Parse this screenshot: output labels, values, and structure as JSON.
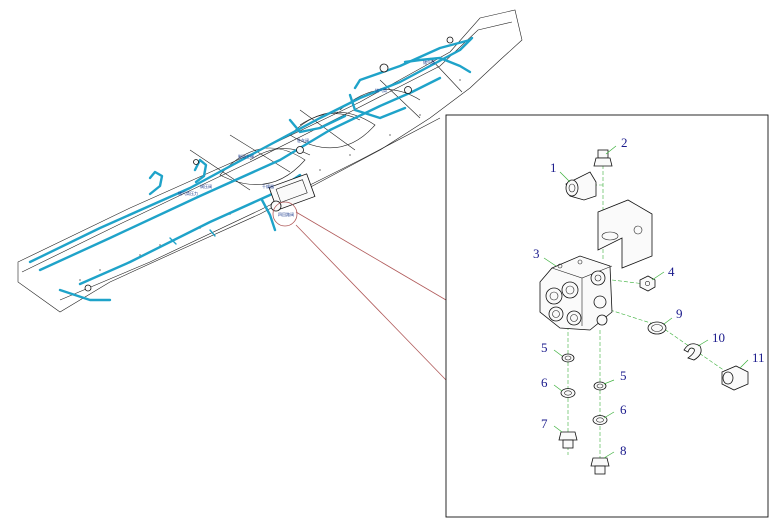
{
  "overview": {
    "labels": [
      "储气筒",
      "储气筒",
      "驻车阀",
      "四回路阀",
      "干燥器",
      "调压阀",
      "制动主阀",
      "储气筒压力"
    ]
  },
  "detail": {
    "callouts": [
      "1",
      "2",
      "3",
      "4",
      "5",
      "5",
      "6",
      "6",
      "7",
      "8",
      "9",
      "10",
      "11"
    ]
  },
  "colors": {
    "pipe": "#1fa3c9",
    "leader": "#3ab03a",
    "zoom": "#b05a5a",
    "callout": "#1a1a8c"
  },
  "icons": [
    "chassis-frame",
    "four-circuit-protection-valve",
    "fitting-icon",
    "washer-icon",
    "nut-icon",
    "clip-icon"
  ]
}
